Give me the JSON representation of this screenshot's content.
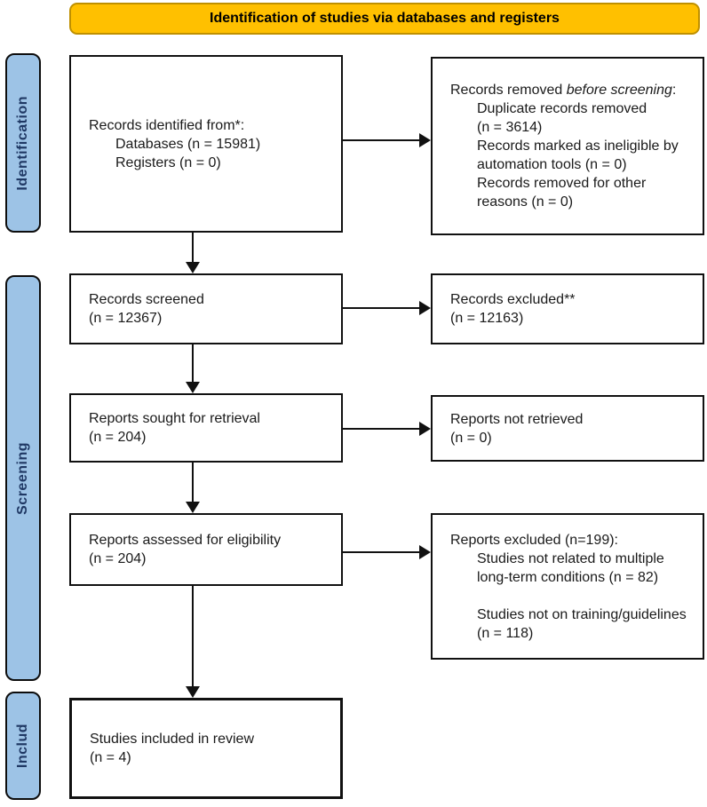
{
  "banner": {
    "label": "Identification of studies via databases and registers",
    "bg_color": "#FFC000",
    "border_color": "#BF9000"
  },
  "sidebar": {
    "bg_color": "#9DC3E6",
    "text_color": "#1F3864",
    "stages": [
      {
        "label": "Identification"
      },
      {
        "label": "Screening"
      },
      {
        "label": "Includ"
      }
    ]
  },
  "boxes": {
    "identified": {
      "title": "Records identified from*:",
      "items": [
        "Databases (n = 15981)",
        "Registers (n = 0)"
      ]
    },
    "removed_before_screening": {
      "title_prefix": "Records removed ",
      "title_italic": "before screening",
      "title_suffix": ":",
      "items": [
        "Duplicate records removed (n = 3614)",
        "Records marked as ineligible by automation tools (n = 0)",
        "Records removed for other reasons (n = 0)"
      ]
    },
    "screened": {
      "line1": "Records screened",
      "line2": "(n = 12367)"
    },
    "records_excluded": {
      "line1": "Records excluded**",
      "line2": "(n = 12163)"
    },
    "sought": {
      "line1": "Reports sought for retrieval",
      "line2": "(n = 204)"
    },
    "not_retrieved": {
      "line1": "Reports not retrieved",
      "line2": "(n = 0)"
    },
    "assessed": {
      "line1": "Reports assessed for eligibility",
      "line2": "(n = 204)"
    },
    "reports_excluded": {
      "title": "Reports excluded (n=199):",
      "items": [
        "Studies not related to multiple long-term conditions (n = 82)",
        "Studies not on training/guidelines (n = 118)"
      ]
    },
    "included": {
      "line1": "Studies included in review",
      "line2": "(n = 4)"
    }
  }
}
